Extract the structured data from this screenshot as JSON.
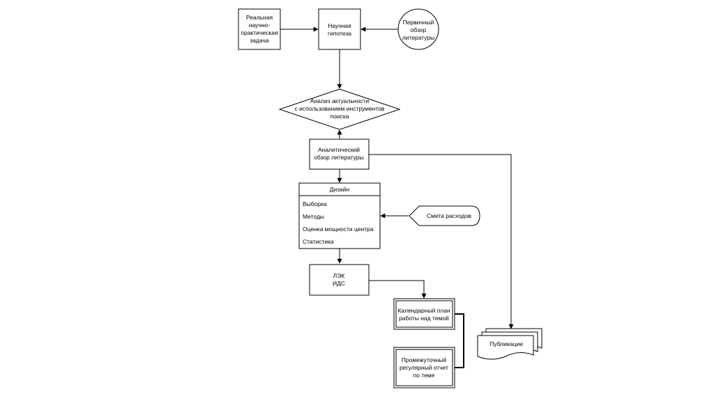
{
  "nodes": {
    "real_task": [
      "Реальная",
      "научно-",
      "практическая",
      "задача"
    ],
    "hypothesis": [
      "Научная",
      "гипотеза"
    ],
    "primary_review": [
      "Первичный",
      "обзор",
      "литературы"
    ],
    "relevance": [
      "Анализ актуальности",
      "с использованием инструментов",
      "поиска"
    ],
    "analytic_review": [
      "Аналитический",
      "обзор литературы"
    ],
    "design": {
      "title": "Дизайн",
      "items": [
        "Выборка",
        "Методы",
        "Оценка мощности центра",
        "Статистика"
      ]
    },
    "budget": [
      "Смета расходов"
    ],
    "ethics": [
      "ЛЭК",
      "ИДС"
    ],
    "calendar": [
      "Календарный план",
      "работы над темой"
    ],
    "interim_report": [
      "Промежуточный",
      "регулярный отчет",
      "по теме"
    ],
    "publications": [
      "Публикации"
    ]
  }
}
